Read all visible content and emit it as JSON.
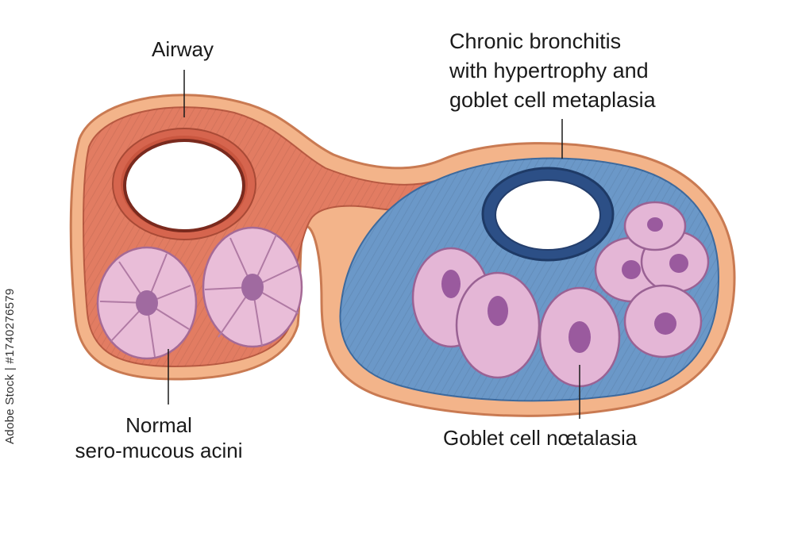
{
  "labels": {
    "airway": "Airway",
    "chronic_line1": "Chronic bronchitis",
    "chronic_line2": "with hypertrophy and",
    "chronic_line3": "goblet cell metaplasia",
    "normal_line1": "Normal",
    "normal_line2": "sero-mucous acini",
    "goblet": "Goblet cell nœtalasia"
  },
  "watermark": "Adobe Stock | #1740276579",
  "colors": {
    "normal_tissue": "#e77e64",
    "outer_capsule": "#f6b98c",
    "chronic_tissue": "#5d8fc4",
    "acini": "#e8b8d4",
    "nucleus": "#9a5a9e"
  }
}
